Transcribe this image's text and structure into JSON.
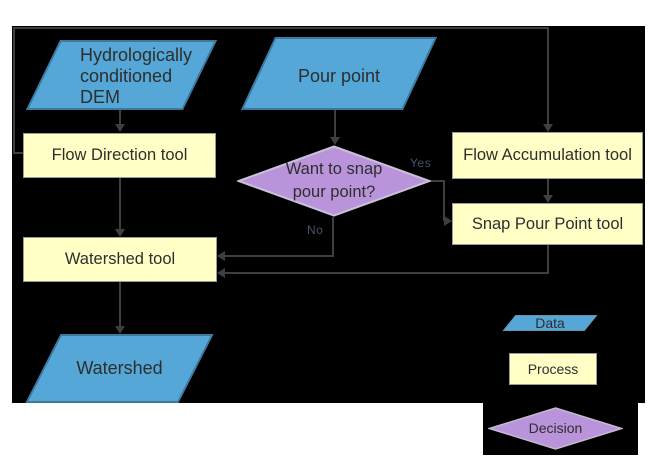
{
  "diagram": {
    "nodes": {
      "dem": {
        "line1": "Hydrologically",
        "line2": "conditioned",
        "line3": "DEM"
      },
      "pour_point": {
        "label": "Pour point"
      },
      "flow_direction": {
        "label": "Flow Direction tool"
      },
      "flow_accumulation": {
        "label": "Flow Accumulation tool"
      },
      "snap_pour_point": {
        "label": "Snap Pour Point tool"
      },
      "decision": {
        "line1": "Want to snap",
        "line2": "pour point?"
      },
      "watershed_tool": {
        "label": "Watershed tool"
      },
      "watershed": {
        "label": "Watershed"
      }
    },
    "edge_labels": {
      "yes": "Yes",
      "no": "No"
    },
    "legend": {
      "data": "Data",
      "process": "Process",
      "decision": "Decision"
    },
    "colors": {
      "canvas_background": "#000000",
      "data_fill": "#54a7d6",
      "process_fill": "#ffffc6",
      "decision_fill": "#b994da",
      "connector": "#3f3f3f",
      "text": "#2e2e2e"
    }
  }
}
